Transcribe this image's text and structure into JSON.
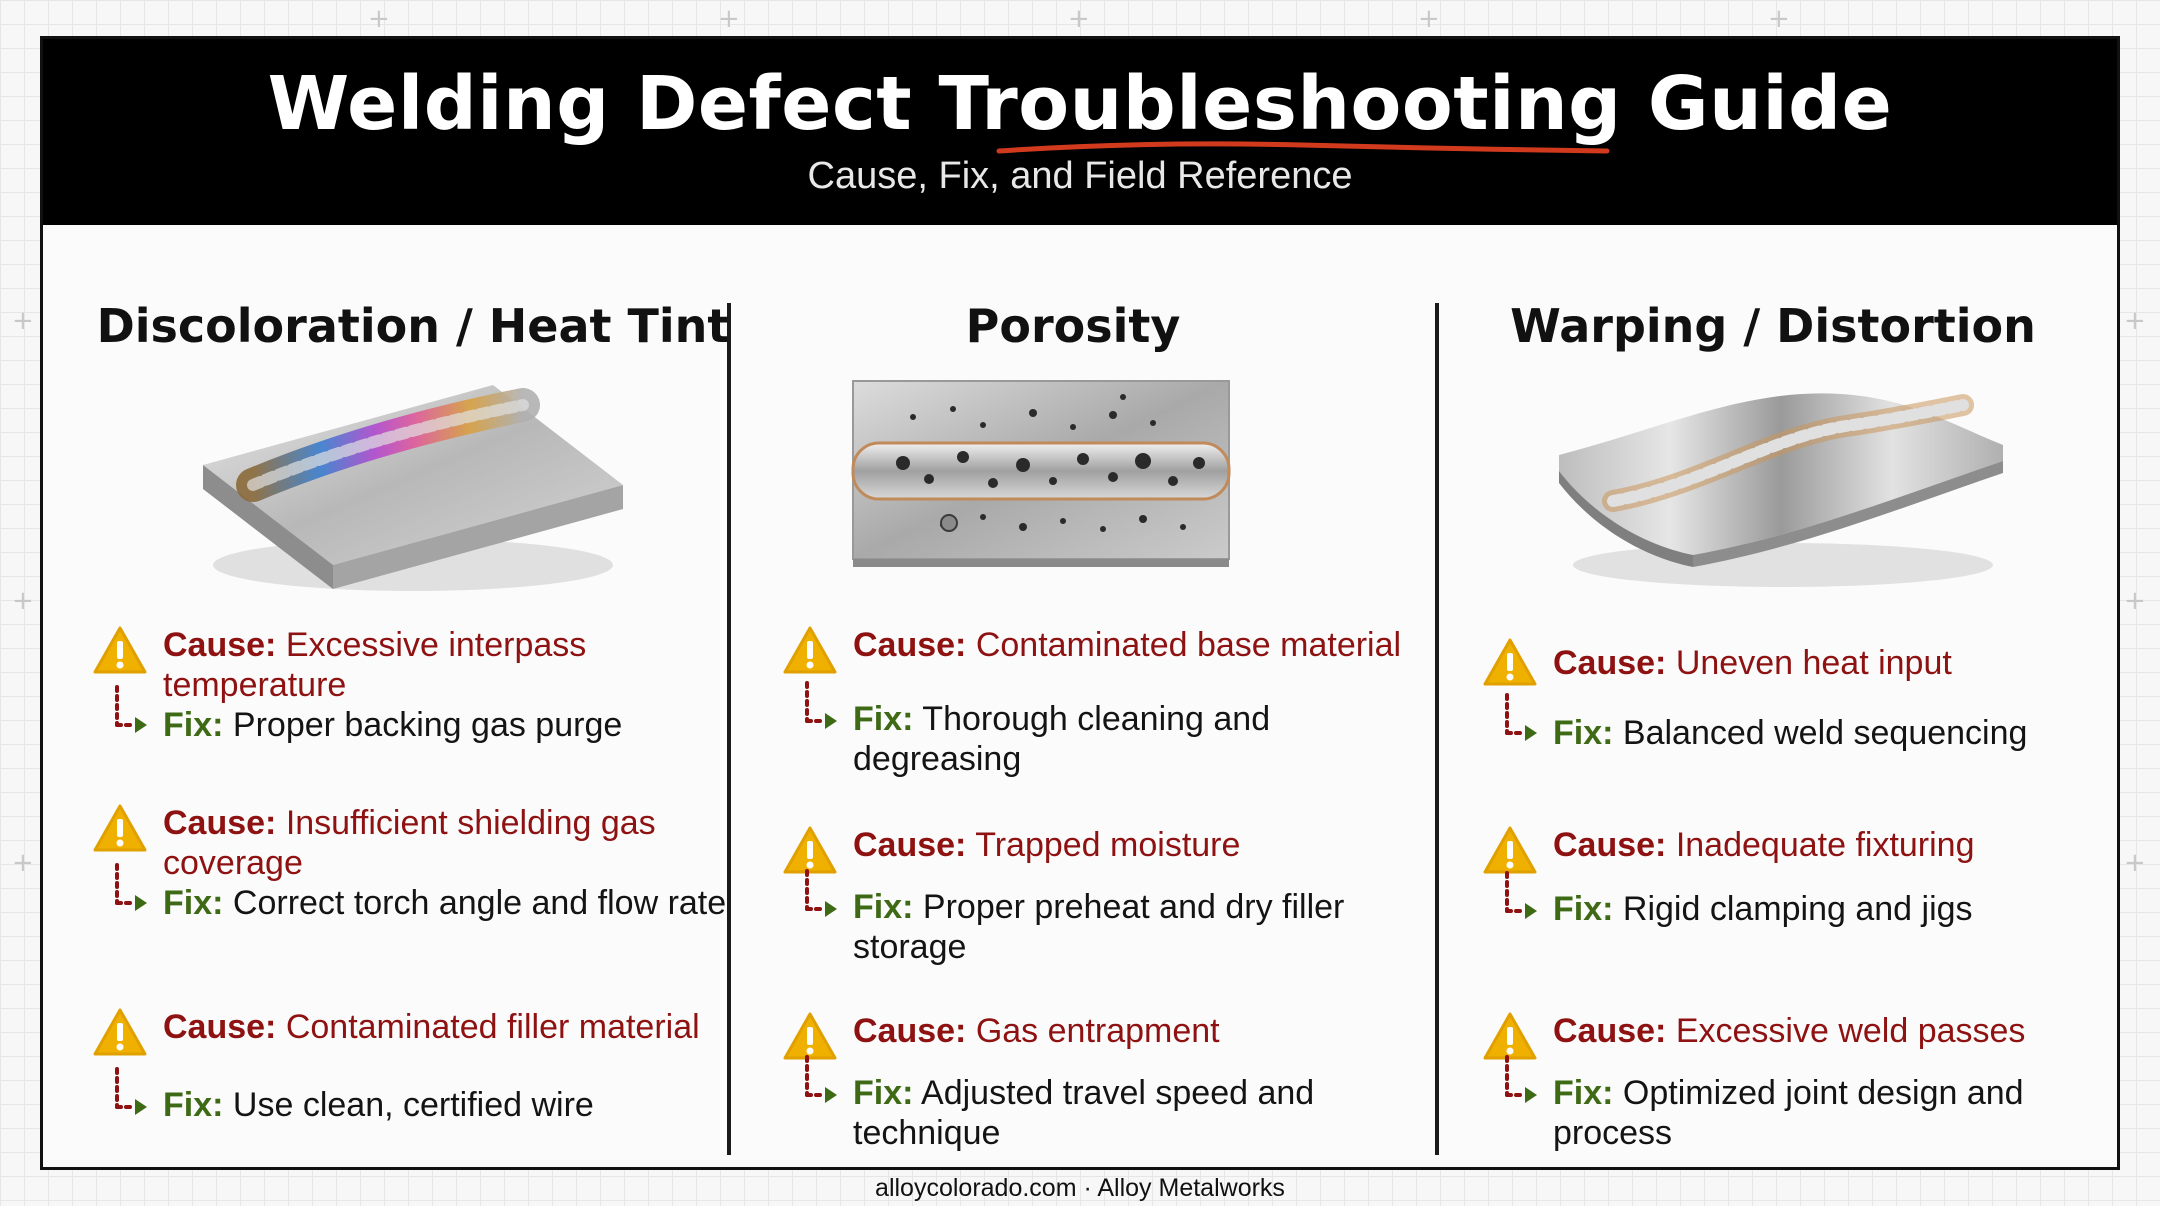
{
  "header": {
    "title": "Welding Defect Troubleshooting Guide",
    "subtitle": "Cause, Fix, and Field Reference"
  },
  "colors": {
    "cause": "#8e1212",
    "fix_label": "#3e6a16",
    "warning": "#f0b000",
    "accent_underline": "#d23a1e"
  },
  "labels": {
    "cause": "Cause:",
    "fix": "Fix:"
  },
  "columns": [
    {
      "title": "Discoloration / Heat Tint",
      "illustration_icon": "heat-tint-plate-illustration",
      "entries": [
        {
          "cause": "Excessive interpass temperature",
          "fix": "Proper backing gas purge"
        },
        {
          "cause": "Insufficient shielding gas coverage",
          "fix": "Correct torch angle and flow rate"
        },
        {
          "cause": "Contaminated filler material",
          "fix": "Use clean, certified wire"
        }
      ]
    },
    {
      "title": "Porosity",
      "illustration_icon": "porosity-plate-illustration",
      "entries": [
        {
          "cause": "Contaminated base material",
          "fix": "Thorough cleaning and degreasing"
        },
        {
          "cause": "Trapped moisture",
          "fix": "Proper preheat and dry filler storage"
        },
        {
          "cause": "Gas entrapment",
          "fix": "Adjusted travel speed and technique"
        }
      ]
    },
    {
      "title": "Warping / Distortion",
      "illustration_icon": "warped-plate-illustration",
      "entries": [
        {
          "cause": "Uneven heat input",
          "fix": "Balanced weld sequencing"
        },
        {
          "cause": "Inadequate fixturing",
          "fix": "Rigid clamping and jigs"
        },
        {
          "cause": "Excessive weld passes",
          "fix": "Optimized joint design and process"
        }
      ]
    }
  ],
  "footer": {
    "text": "alloycolorado.com · Alloy Metalworks"
  }
}
